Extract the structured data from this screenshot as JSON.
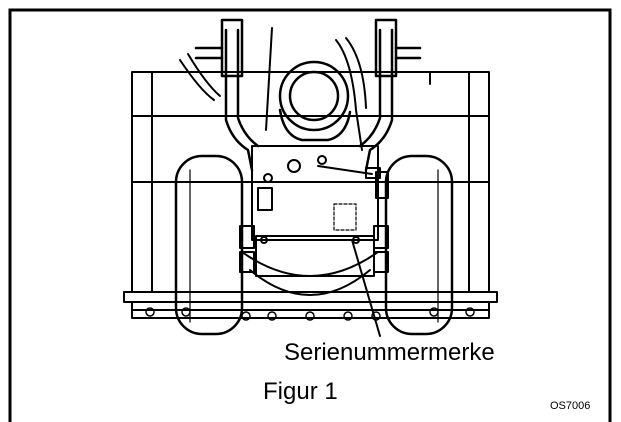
{
  "figure": {
    "callout_label": "Serienummermerke",
    "caption": "Figur 1",
    "figure_code": "OS7006"
  },
  "colors": {
    "ink": "#000000",
    "paper": "#ffffff"
  }
}
